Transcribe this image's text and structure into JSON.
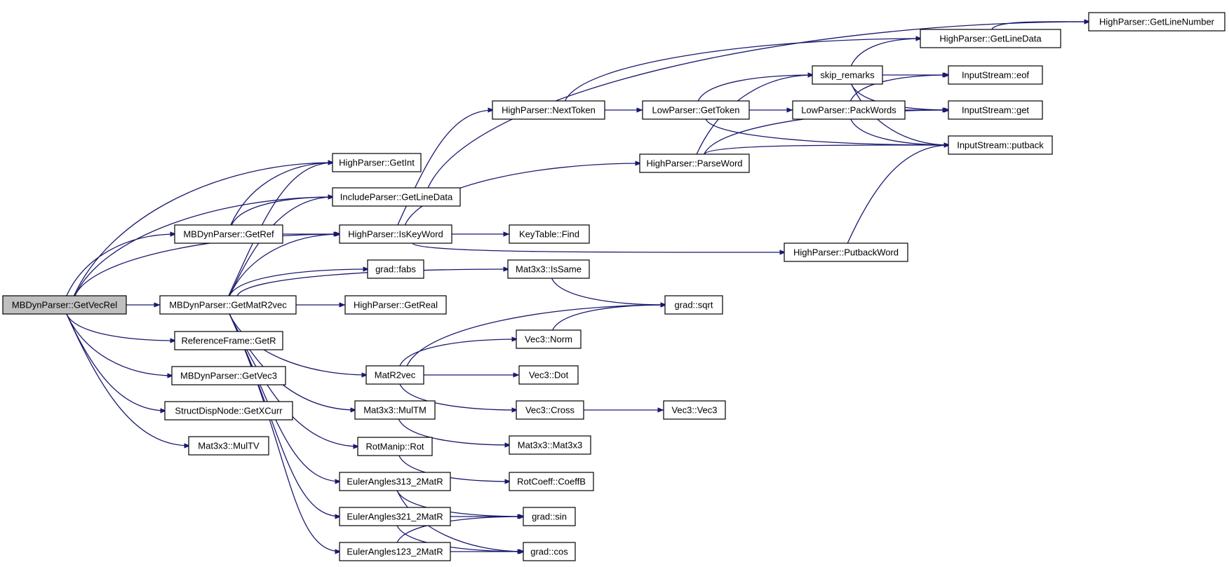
{
  "colors": {
    "edge": "#191970",
    "node_border": "#000000",
    "root_fill": "#bfbfbf",
    "node_fill": "#ffffff"
  },
  "nodes": [
    {
      "id": "root",
      "label": "MBDynParser::GetVecRel"
    },
    {
      "id": "getmatr2vec",
      "label": "MBDynParser::GetMatR2vec"
    },
    {
      "id": "getint",
      "label": "HighParser::GetInt"
    },
    {
      "id": "incl_getlinedata",
      "label": "IncludeParser::GetLineData"
    },
    {
      "id": "getref",
      "label": "MBDynParser::GetRef"
    },
    {
      "id": "iskeyword",
      "label": "HighParser::IsKeyWord"
    },
    {
      "id": "getr",
      "label": "ReferenceFrame::GetR"
    },
    {
      "id": "getvec3",
      "label": "MBDynParser::GetVec3"
    },
    {
      "id": "getxcurr",
      "label": "StructDispNode::GetXCurr"
    },
    {
      "id": "multv",
      "label": "Mat3x3::MulTV"
    },
    {
      "id": "fabs",
      "label": "grad::fabs"
    },
    {
      "id": "getreal",
      "label": "HighParser::GetReal"
    },
    {
      "id": "matr2vec",
      "label": "MatR2vec"
    },
    {
      "id": "multm",
      "label": "Mat3x3::MulTM"
    },
    {
      "id": "rot",
      "label": "RotManip::Rot"
    },
    {
      "id": "ea313",
      "label": "EulerAngles313_2MatR"
    },
    {
      "id": "ea321",
      "label": "EulerAngles321_2MatR"
    },
    {
      "id": "ea123",
      "label": "EulerAngles123_2MatR"
    },
    {
      "id": "nexttoken",
      "label": "HighParser::NextToken"
    },
    {
      "id": "parseword",
      "label": "HighParser::ParseWord"
    },
    {
      "id": "find",
      "label": "KeyTable::Find"
    },
    {
      "id": "putbackword",
      "label": "HighParser::PutbackWord"
    },
    {
      "id": "issame",
      "label": "Mat3x3::IsSame"
    },
    {
      "id": "sqrt",
      "label": "grad::sqrt"
    },
    {
      "id": "norm",
      "label": "Vec3::Norm"
    },
    {
      "id": "dot",
      "label": "Vec3::Dot"
    },
    {
      "id": "cross",
      "label": "Vec3::Cross"
    },
    {
      "id": "vec3",
      "label": "Vec3::Vec3"
    },
    {
      "id": "mat3x3",
      "label": "Mat3x3::Mat3x3"
    },
    {
      "id": "coeffb",
      "label": "RotCoeff::CoeffB"
    },
    {
      "id": "sin",
      "label": "grad::sin"
    },
    {
      "id": "cos",
      "label": "grad::cos"
    },
    {
      "id": "gettoken",
      "label": "LowParser::GetToken"
    },
    {
      "id": "skip_remarks",
      "label": "skip_remarks"
    },
    {
      "id": "packwords",
      "label": "LowParser::PackWords"
    },
    {
      "id": "hp_getlinedata",
      "label": "HighParser::GetLineData"
    },
    {
      "id": "getlinenumber",
      "label": "HighParser::GetLineNumber"
    },
    {
      "id": "eof",
      "label": "InputStream::eof"
    },
    {
      "id": "get",
      "label": "InputStream::get"
    },
    {
      "id": "putback",
      "label": "InputStream::putback"
    }
  ],
  "edges": [
    [
      "root",
      "getint"
    ],
    [
      "root",
      "incl_getlinedata"
    ],
    [
      "root",
      "getref"
    ],
    [
      "root",
      "iskeyword"
    ],
    [
      "root",
      "getmatr2vec"
    ],
    [
      "root",
      "getr"
    ],
    [
      "root",
      "getvec3"
    ],
    [
      "root",
      "getxcurr"
    ],
    [
      "root",
      "multv"
    ],
    [
      "getref",
      "getint"
    ],
    [
      "getref",
      "incl_getlinedata"
    ],
    [
      "getref",
      "iskeyword"
    ],
    [
      "getmatr2vec",
      "getint"
    ],
    [
      "getmatr2vec",
      "incl_getlinedata"
    ],
    [
      "getmatr2vec",
      "iskeyword"
    ],
    [
      "getmatr2vec",
      "fabs"
    ],
    [
      "getmatr2vec",
      "getreal"
    ],
    [
      "getmatr2vec",
      "issame"
    ],
    [
      "getmatr2vec",
      "matr2vec"
    ],
    [
      "getmatr2vec",
      "multm"
    ],
    [
      "getmatr2vec",
      "rot"
    ],
    [
      "getmatr2vec",
      "ea313"
    ],
    [
      "getmatr2vec",
      "ea321"
    ],
    [
      "getmatr2vec",
      "ea123"
    ],
    [
      "incl_getlinedata",
      "getlinenumber"
    ],
    [
      "iskeyword",
      "nexttoken"
    ],
    [
      "iskeyword",
      "parseword"
    ],
    [
      "iskeyword",
      "find"
    ],
    [
      "iskeyword",
      "putbackword"
    ],
    [
      "nexttoken",
      "gettoken"
    ],
    [
      "nexttoken",
      "hp_getlinedata"
    ],
    [
      "gettoken",
      "skip_remarks"
    ],
    [
      "gettoken",
      "packwords"
    ],
    [
      "gettoken",
      "putback"
    ],
    [
      "parseword",
      "skip_remarks"
    ],
    [
      "parseword",
      "get"
    ],
    [
      "parseword",
      "putback"
    ],
    [
      "putbackword",
      "putback"
    ],
    [
      "skip_remarks",
      "hp_getlinedata"
    ],
    [
      "skip_remarks",
      "eof"
    ],
    [
      "skip_remarks",
      "get"
    ],
    [
      "skip_remarks",
      "putback"
    ],
    [
      "packwords",
      "eof"
    ],
    [
      "packwords",
      "get"
    ],
    [
      "packwords",
      "putback"
    ],
    [
      "hp_getlinedata",
      "getlinenumber"
    ],
    [
      "issame",
      "sqrt"
    ],
    [
      "matr2vec",
      "sqrt"
    ],
    [
      "matr2vec",
      "norm"
    ],
    [
      "matr2vec",
      "dot"
    ],
    [
      "matr2vec",
      "cross"
    ],
    [
      "norm",
      "sqrt"
    ],
    [
      "cross",
      "vec3"
    ],
    [
      "multm",
      "mat3x3"
    ],
    [
      "rot",
      "coeffb"
    ],
    [
      "ea313",
      "sin"
    ],
    [
      "ea313",
      "cos"
    ],
    [
      "ea321",
      "sin"
    ],
    [
      "ea321",
      "cos"
    ],
    [
      "ea123",
      "sin"
    ],
    [
      "ea123",
      "cos"
    ]
  ]
}
